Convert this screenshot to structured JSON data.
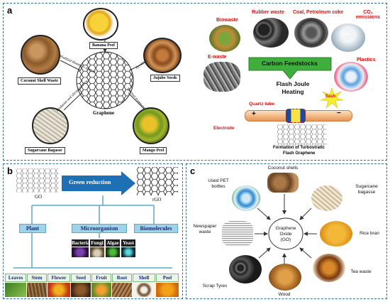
{
  "panel_a": {
    "letter": "a",
    "left": {
      "center_label": "Graphene",
      "items": [
        {
          "label": "Banana Peel"
        },
        {
          "label": "Coconut Shell Waste"
        },
        {
          "label": "Jujube Seeds"
        },
        {
          "label": "Sugarcane Bagasse"
        },
        {
          "label": "Mango Peel"
        }
      ],
      "methods": [
        "Modified Hummers method",
        "Pyrolysis",
        "Oxidation and ultrasonication",
        "Thermal treatment"
      ]
    },
    "right": {
      "feedstocks": [
        {
          "label": "Biowaste"
        },
        {
          "label": "Rubber waste"
        },
        {
          "label": "Coal, Petroleum coke"
        },
        {
          "label": "CO₂ emissions"
        },
        {
          "label": "E-waste"
        },
        {
          "label": "Plastics"
        }
      ],
      "co2_text": "CO₂",
      "center_box": "Carbon Feedstocks",
      "process": "Flash Joule Heating",
      "flash": "flash",
      "quartz": "Quartz tube",
      "electrode": "Electrode",
      "plus": "+",
      "minus": "−",
      "caption_line1": "Formation of Turbostratic",
      "caption_line2": "Flash Graphene"
    }
  },
  "panel_b": {
    "letter": "b",
    "go": "GO",
    "rgo": "rGO",
    "arrow": "Green reduction",
    "categories": [
      "Plant",
      "Microorganism",
      "Biomolecules"
    ],
    "microbes": [
      "Bacteria",
      "Fungi",
      "Algae",
      "Yeast"
    ],
    "plant_parts": [
      "Leaves",
      "Stem",
      "Flower",
      "Seed",
      "Fruit",
      "Root",
      "Shell",
      "Peel"
    ]
  },
  "panel_c": {
    "letter": "c",
    "center": [
      "Graphene",
      "Oxide",
      "(GO)"
    ],
    "sources": [
      {
        "label": "Coconut shells"
      },
      {
        "label": "Used PET bottles"
      },
      {
        "label": "Sugarcane bagasse"
      },
      {
        "label": "Newspaper waste"
      },
      {
        "label": "Rice bran"
      },
      {
        "label": "Scrap Tyres"
      },
      {
        "label": "Tea waste"
      },
      {
        "label": "Wood"
      }
    ]
  },
  "colors": {
    "border": "#2f6e8e",
    "red": "#d11414",
    "green_box": "#3fae3c",
    "blue_arrow": "#1e6fb3",
    "blue_box": "#9ed3e8"
  }
}
